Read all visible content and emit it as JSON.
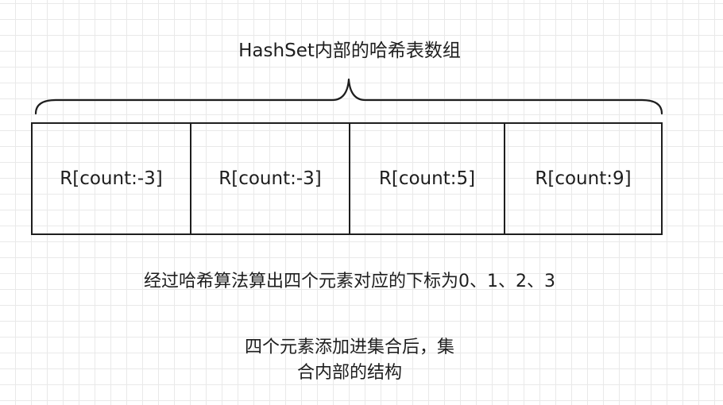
{
  "diagram": {
    "title": "HashSet内部的哈希表数组",
    "cells": [
      {
        "label": "R[count:-3]"
      },
      {
        "label": "R[count:-3]"
      },
      {
        "label": "R[count:5]"
      },
      {
        "label": "R[count:9]"
      }
    ],
    "note_indices": "经过哈希算法算出四个元素对应的下标为0、1、2、3",
    "note_structure": [
      "四个元素添加进集合后，集",
      "合内部的结构"
    ]
  }
}
